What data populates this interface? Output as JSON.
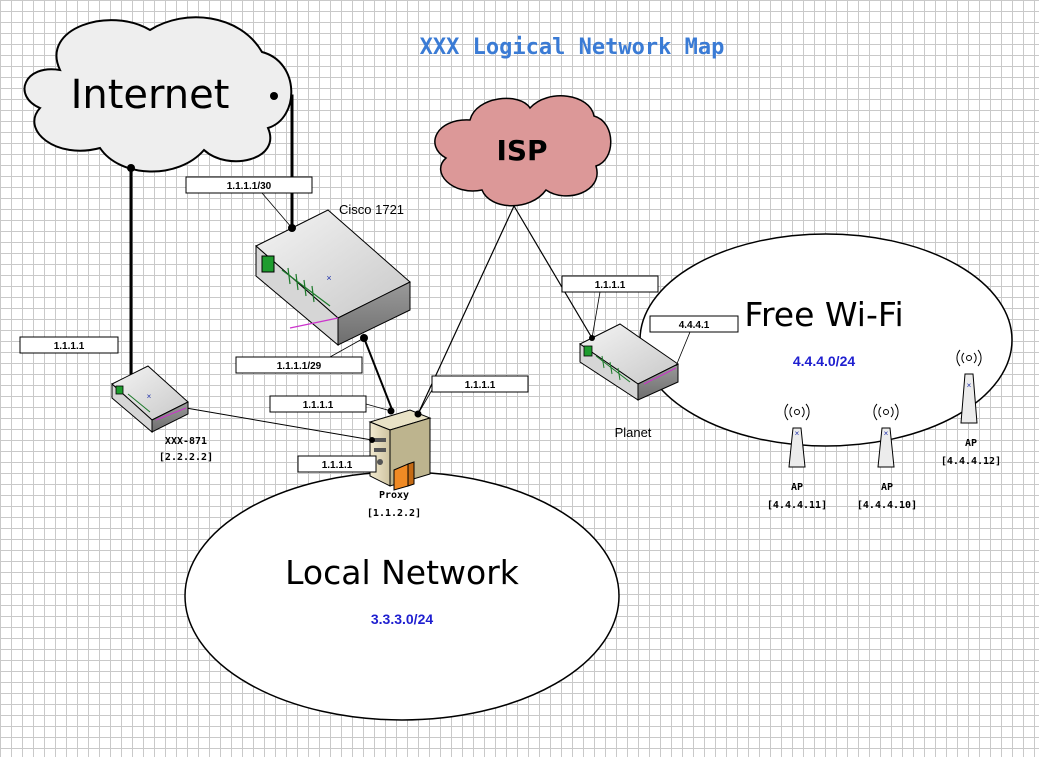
{
  "title": "XXX Logical Network Map",
  "clouds": {
    "internet": "Internet",
    "isp": "ISP"
  },
  "networks": {
    "local": {
      "name": "Local Network",
      "subnet": "3.3.3.0/24"
    },
    "wifi": {
      "name": "Free Wi-Fi",
      "subnet": "4.4.4.0/24"
    }
  },
  "devices": {
    "cisco": {
      "name": "Cisco 1721"
    },
    "xxx871": {
      "name": "XXX-871",
      "ip": "[2.2.2.2]"
    },
    "proxy": {
      "name": "Proxy",
      "ip": "[1.1.2.2]"
    },
    "planet": {
      "name": "Planet"
    },
    "ap1": {
      "name": "AP",
      "ip": "[4.4.4.11]"
    },
    "ap2": {
      "name": "AP",
      "ip": "[4.4.4.10]"
    },
    "ap3": {
      "name": "AP",
      "ip": "[4.4.4.12]"
    }
  },
  "ip_labels": {
    "cisco_wan": "1.1.1.1/30",
    "cisco_lan": "1.1.1.1/29",
    "xxx_wan": "1.1.1.1",
    "proxy_a": "1.1.1.1",
    "proxy_b": "1.1.1.1",
    "proxy_c": "1.1.1.1",
    "planet_wan": "1.1.1.1",
    "planet_lan": "4.4.4.1"
  },
  "colors": {
    "title": "#3a7bd5",
    "subnet_text": "#1f1fd0",
    "internet_cloud": "#eeeeee",
    "isp_cloud": "#dc9898"
  }
}
